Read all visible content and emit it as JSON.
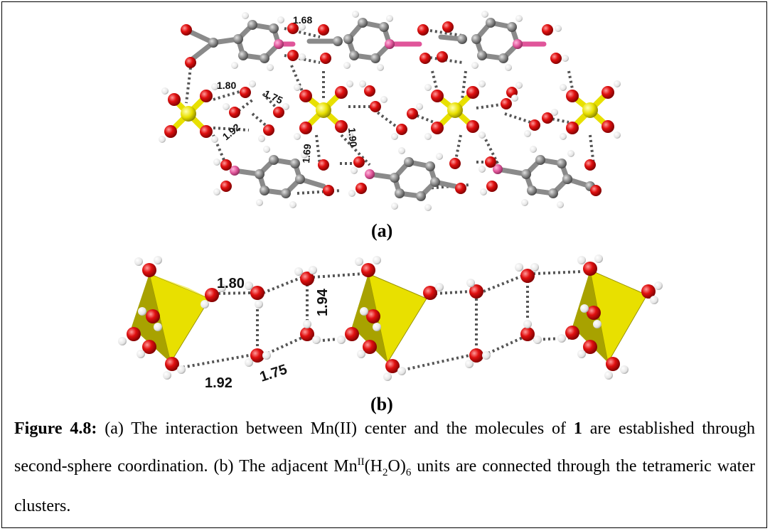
{
  "panel_a": {
    "label": "(a)",
    "distances": [
      "1.68",
      "1.80",
      "1.75",
      "1.92",
      "1.69",
      "1.90"
    ]
  },
  "panel_b": {
    "label": "(b)",
    "distances": [
      "1.80",
      "1.94",
      "1.92",
      "1.75"
    ]
  },
  "caption": {
    "figure_label": "Figure 4.8:",
    "part1": " (a) The interaction between Mn(II) center and the molecules of ",
    "compound": "1",
    "part2": " are established through second-sphere coordination. (b) The adjacent Mn",
    "mn_sup": "II",
    "part3": "(H",
    "h_sub": "2",
    "part4": "O)",
    "o_sub": "6",
    "part5": " units are connected through the tetrameric water clusters."
  },
  "colors": {
    "oxygen": "#e01010",
    "carbon": "#8a8a8a",
    "boron": "#e0559a",
    "manganese": "#e8e000",
    "hydrogen": "#f2f2f2",
    "hbond": "#555555"
  }
}
